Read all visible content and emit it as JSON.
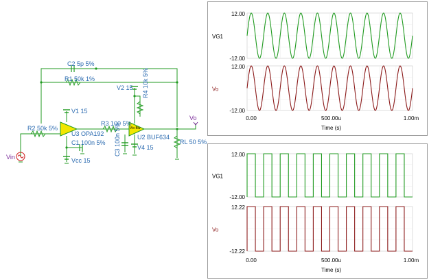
{
  "schematic": {
    "components": {
      "c2": "C2 5p 5%",
      "r1": "R1 50k 1%",
      "v1": "V1 15",
      "r2": "R2 50k 5%",
      "u3": "U3 OPA192",
      "c1": "C1 100n 5%",
      "vcc": "Vcc 15",
      "r3": "R3 100 5%",
      "v2": "V2 15",
      "r4": "R4 10k 5%",
      "u2": "U2 BUF634",
      "u2_pins": "Vio Bw",
      "c3": "C3 100n 5%",
      "v4": "V4 15",
      "rl": "RL 50 5%",
      "vin": "Vin",
      "vo": "Vo"
    }
  },
  "chart_data": [
    {
      "type": "line",
      "waveform": "sine",
      "series": [
        {
          "name": "VG1",
          "amplitude": 12.0,
          "cycles": 10,
          "color": "#1f9a1f",
          "ylim": [
            -12.0,
            12.0
          ],
          "yticks": [
            "12.00",
            "-12.00"
          ]
        },
        {
          "name": "Vo",
          "amplitude": 12.0,
          "cycles": 10,
          "color": "#8b1a1a",
          "ylim": [
            -12.0,
            12.0
          ],
          "yticks": [
            "12.00",
            "-12.00"
          ]
        }
      ],
      "xlim": [
        0,
        0.001
      ],
      "xticks": [
        "0.00",
        "500.00u",
        "1.00m"
      ],
      "xlabel": "Time (s)",
      "grid": true
    },
    {
      "type": "line",
      "waveform": "square",
      "series": [
        {
          "name": "VG1",
          "amplitude": 12.0,
          "cycles": 10,
          "color": "#1f9a1f",
          "ylim": [
            -12.0,
            12.0
          ],
          "yticks": [
            "12.00",
            "-12.00"
          ]
        },
        {
          "name": "Vo",
          "amplitude": 12.22,
          "cycles": 10,
          "color": "#8b1a1a",
          "ylim": [
            -12.22,
            12.22
          ],
          "yticks": [
            "12.22",
            "-12.22"
          ]
        }
      ],
      "xlim": [
        0,
        0.001
      ],
      "xticks": [
        "0.00",
        "500.00u",
        "1.00m"
      ],
      "xlabel": "Time (s)",
      "grid": true
    }
  ]
}
